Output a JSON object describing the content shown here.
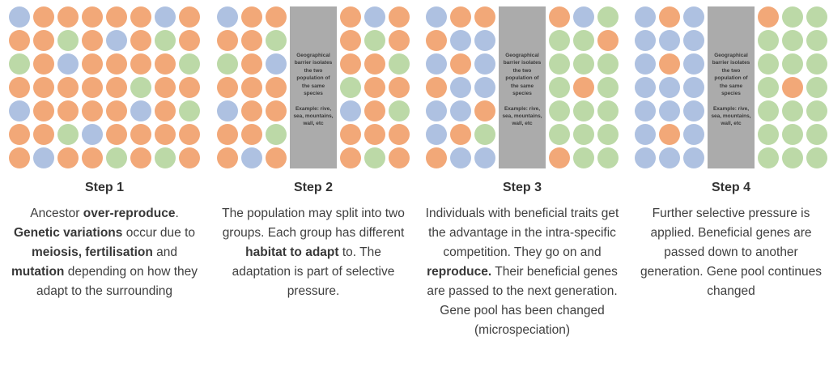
{
  "palette": {
    "orange": "#F2A878",
    "blue": "#AEC1E1",
    "green": "#BCD9A7",
    "barrier_gray": "#ABABAB",
    "text": "#3F3F3F",
    "legend": {
      "O": "orange-individual",
      "B": "blue-individual",
      "G": "green-individual"
    }
  },
  "barrier": {
    "text_paragraphs": [
      "Geographical barrier isolates the two population of the same species",
      "Example: rive, sea, mountains, wall, etc"
    ]
  },
  "steps": [
    {
      "title": "Step 1",
      "description": [
        {
          "t": "Ancestor ",
          "b": false
        },
        {
          "t": "over-reproduce",
          "b": true
        },
        {
          "t": ". ",
          "b": false
        },
        {
          "t": "Genetic variations",
          "b": true
        },
        {
          "t": " occur due to ",
          "b": false
        },
        {
          "t": "meiosis, fertilisation",
          "b": true
        },
        {
          "t": " and ",
          "b": false
        },
        {
          "t": "mutation",
          "b": true
        },
        {
          "t": " depending on how they adapt to the surrounding",
          "b": false
        }
      ],
      "grid": {
        "barrier": false,
        "rows": [
          "BOOOOOBO",
          "OOGOBOGO",
          "GOBOOOOG",
          "OOOOOGOO",
          "BOOOOBOG",
          "OOGBOOOO",
          "OBOOGOGO"
        ]
      }
    },
    {
      "title": "Step 2",
      "description": [
        {
          "t": "The population may split into two groups. Each group has different ",
          "b": false
        },
        {
          "t": "habitat to adapt",
          "b": true
        },
        {
          "t": " to. The adaptation is part of selective pressure.",
          "b": false
        }
      ],
      "grid": {
        "barrier": true,
        "left": [
          "BOO",
          "OOG",
          "GOB",
          "OOO",
          "BOO",
          "OOG",
          "OBO"
        ],
        "right": [
          "OBO",
          "OGO",
          "OOG",
          "GOO",
          "BOG",
          "OOO",
          "OGO"
        ]
      }
    },
    {
      "title": "Step 3",
      "description": [
        {
          "t": "Individuals with beneficial traits get the advantage in the intra-specific competition. They go on and ",
          "b": false
        },
        {
          "t": "reproduce.",
          "b": true
        },
        {
          "t": " Their beneficial genes are passed to the next generation. Gene pool has been changed (microspeciation)",
          "b": false
        }
      ],
      "grid": {
        "barrier": true,
        "left": [
          "BOO",
          "OBB",
          "BOB",
          "OBB",
          "BBO",
          "BOG",
          "OBB"
        ],
        "right": [
          "OBG",
          "GGO",
          "GGG",
          "GOG",
          "GGG",
          "GGG",
          "OGG"
        ]
      }
    },
    {
      "title": "Step 4",
      "description": [
        {
          "t": "Further selective pressure is applied. Beneficial genes are passed down to another generation. Gene pool continues changed",
          "b": false
        }
      ],
      "grid": {
        "barrier": true,
        "left": [
          "BOB",
          "BBB",
          "BOB",
          "BBB",
          "BBB",
          "BOB",
          "BBB"
        ],
        "right": [
          "OGG",
          "GGG",
          "GGG",
          "GOG",
          "GGG",
          "GGG",
          "GGG"
        ]
      }
    }
  ]
}
